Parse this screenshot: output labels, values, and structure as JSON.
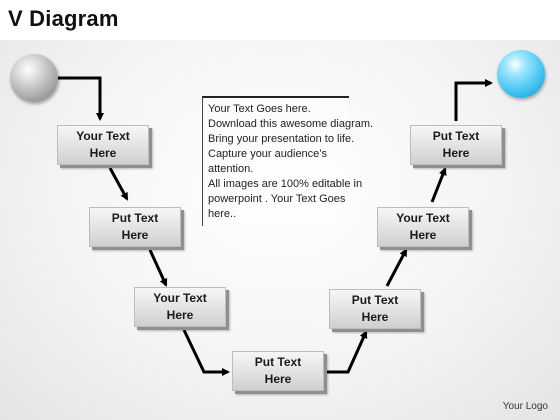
{
  "title": "V Diagram",
  "text_block": [
    "Your Text Goes here.",
    "Download this awesome diagram.",
    "Bring your presentation to life.",
    "Capture your audience’s",
    "attention.",
    "All images are 100% editable in",
    "powerpoint . Your Text Goes",
    "here.."
  ],
  "boxes": [
    {
      "line1": "Your Text",
      "line2": "Here"
    },
    {
      "line1": "Put Text",
      "line2": "Here"
    },
    {
      "line1": "Your Text",
      "line2": "Here"
    },
    {
      "line1": "Put Text",
      "line2": "Here"
    },
    {
      "line1": "Put Text",
      "line2": "Here"
    },
    {
      "line1": "Your Text",
      "line2": "Here"
    },
    {
      "line1": "Put Text",
      "line2": "Here"
    }
  ],
  "start_color": "#9a9a9a",
  "end_color": "#3cc0f0",
  "logo": "Your Logo"
}
